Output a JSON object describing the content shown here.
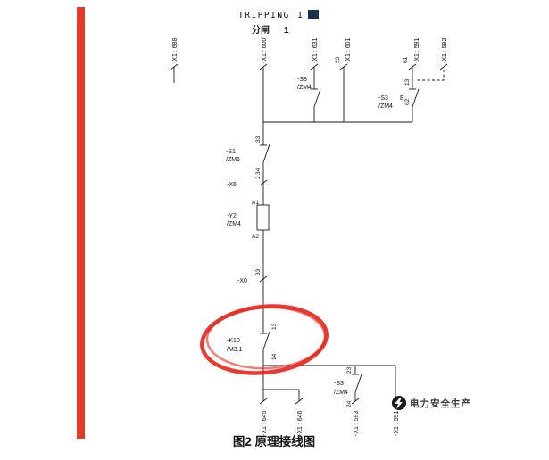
{
  "header": {
    "title": "TRIPPING",
    "title_num": "1",
    "subtitle": "分闸",
    "subtitle_num": "1"
  },
  "terminals": {
    "top": [
      "-X1 : 688",
      "-X1 : 600",
      "-X1 : 631",
      "-X1 : 601",
      "-X1 : 591",
      "-X1 : 592"
    ],
    "bottom": [
      "-X1 : 645",
      "-X1 : 646",
      "-X1 : 593",
      "-X1 : 591"
    ],
    "x6": {
      "name": "-X6",
      "pin": "2"
    },
    "x0": {
      "name": "-X0",
      "pin": "33"
    }
  },
  "components": {
    "s1": {
      "name": "-S1",
      "loc": "/ZM6",
      "pin_top": "33",
      "pin_bottom": "34"
    },
    "s8": {
      "name": "-S8",
      "loc": "/ZM4"
    },
    "s3_top": {
      "name": "-S3",
      "loc": "/ZM4",
      "suffix": "E",
      "pin_a": "13",
      "pin_b": "62",
      "wire_pin": "61"
    },
    "wire_601_pin": "23",
    "y2": {
      "name": "-Y2",
      "loc": "/ZM4",
      "pin_top": "A1",
      "pin_bottom": "A2"
    },
    "k10": {
      "name": "-K10",
      "loc": "/M3.1",
      "pin_top": "13",
      "pin_bottom": "14"
    },
    "s3_bottom": {
      "name": "-S3",
      "loc": "/ZM4",
      "pin_top": "23",
      "pin_bottom": "24"
    }
  },
  "watermark": {
    "text": "电力安全生产"
  },
  "caption": "图2  原理接线图",
  "colors": {
    "sidebar": "#e23b26",
    "highlight": "#e8281e",
    "line": "#1a1a1a"
  }
}
